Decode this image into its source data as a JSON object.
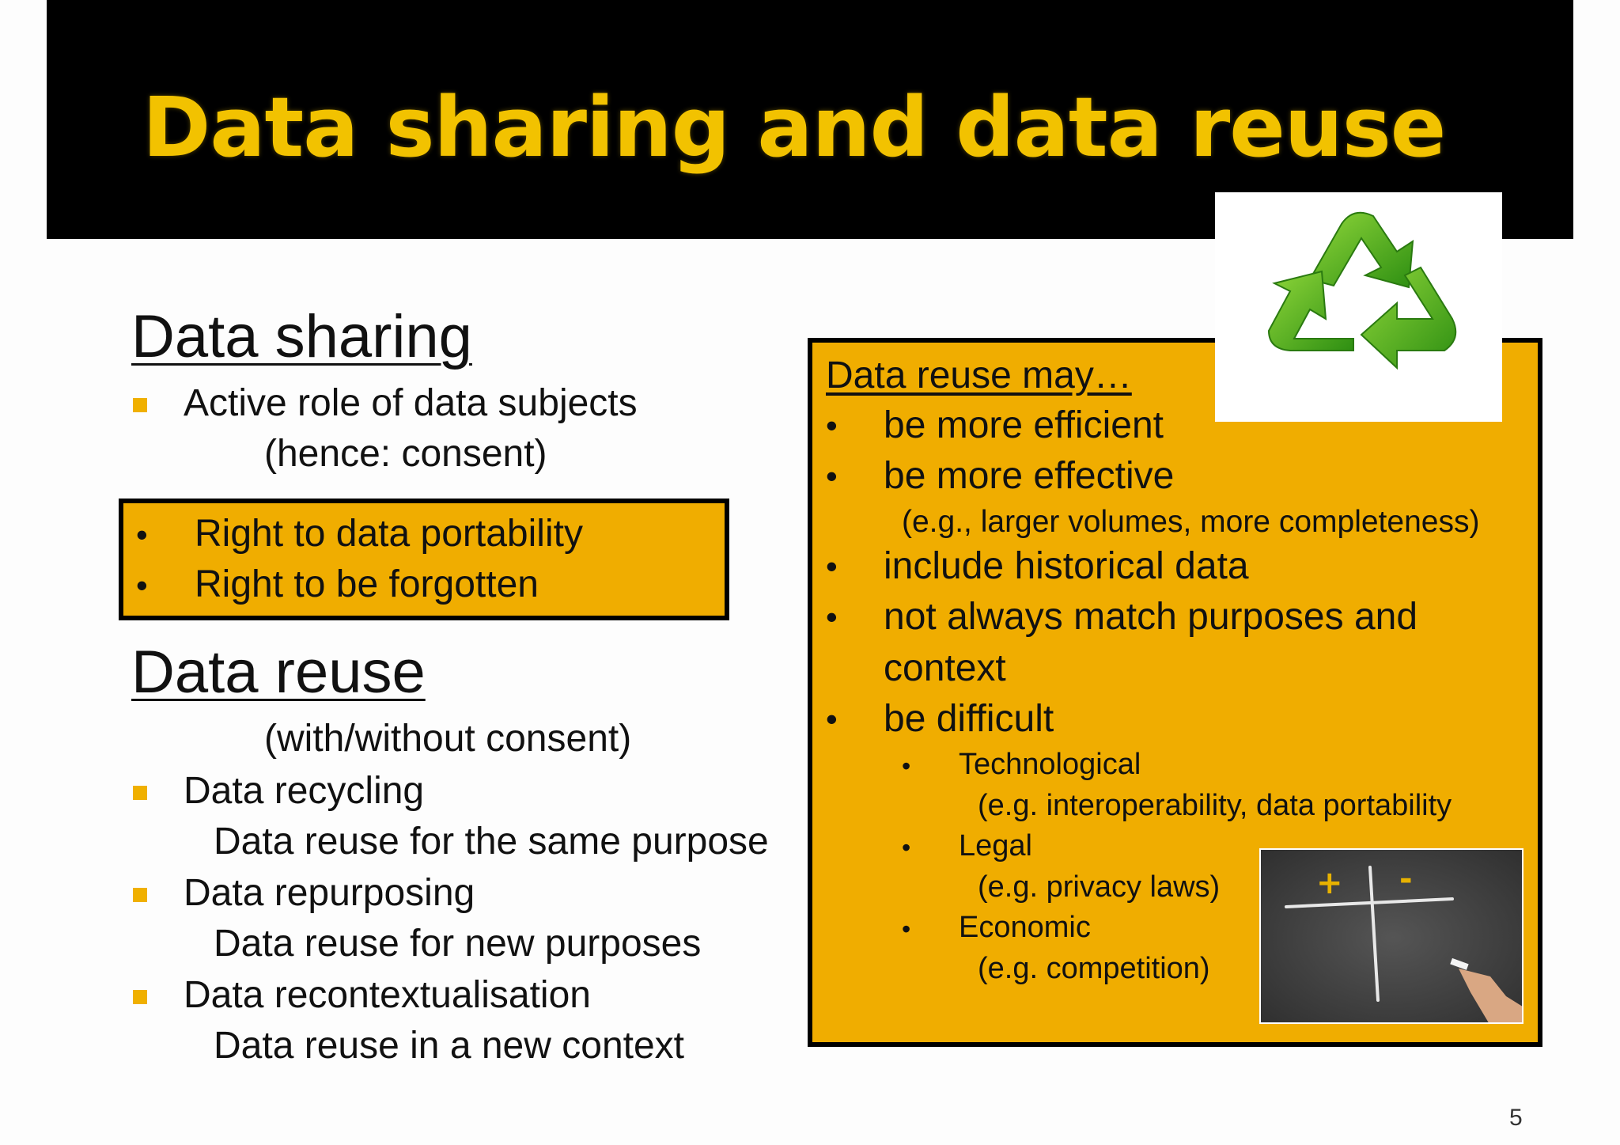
{
  "title": "Data sharing and data reuse",
  "sharing": {
    "heading": "Data sharing",
    "item1": "Active role of data subjects",
    "item1_sub": "(hence: consent)",
    "box_items": [
      "Right to data portability",
      "Right to be forgotten"
    ]
  },
  "reuse": {
    "heading": "Data reuse",
    "note": "(with/without consent)",
    "items": [
      {
        "label": "Data recycling",
        "sub": "Data reuse for the same purpose"
      },
      {
        "label": "Data repurposing",
        "sub": "Data reuse for new purposes"
      },
      {
        "label": "Data recontextualisation",
        "sub": "Data reuse in a new context"
      }
    ]
  },
  "reuse_may": {
    "heading": "Data reuse may…",
    "b1": "be more efficient",
    "b2": "be more effective",
    "b2_sub": "(e.g., larger volumes, more completeness)",
    "b3": "include historical data",
    "b4a": "not always match purposes and",
    "b4b": "context",
    "b5": "be difficult",
    "sub": [
      {
        "label": "Technological",
        "note": "(e.g. interoperability, data portability"
      },
      {
        "label": "Legal",
        "note": "(e.g. privacy laws)"
      },
      {
        "label": "Economic",
        "note": "(e.g. competition)"
      }
    ]
  },
  "board": {
    "plus": "+",
    "minus": "-"
  },
  "colors": {
    "accent": "#f0ad00",
    "title": "#f2c200",
    "recycle": "#4cae1e"
  },
  "page_number": "5"
}
